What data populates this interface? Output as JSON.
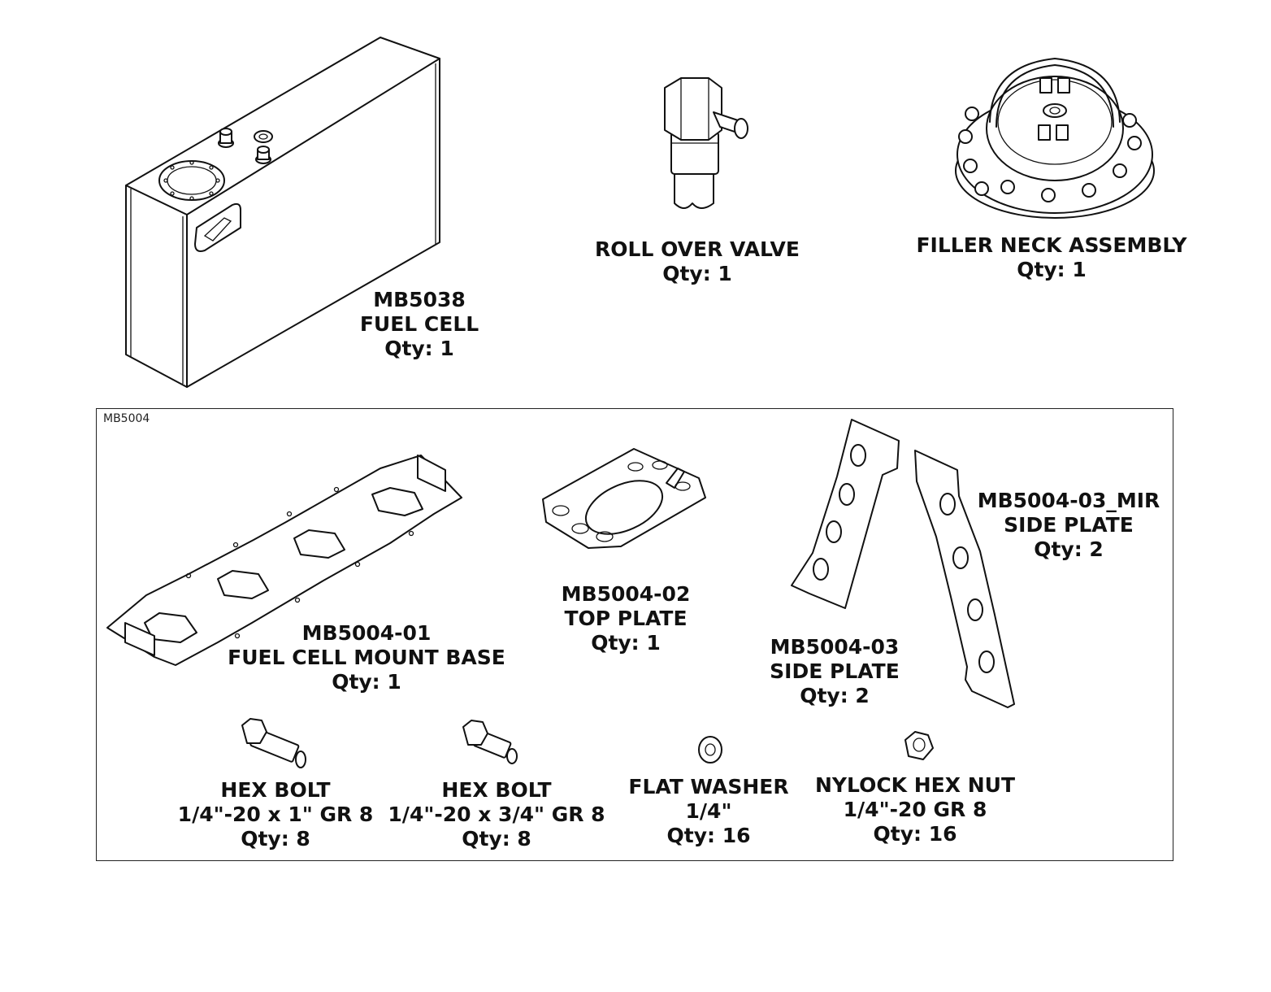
{
  "kit_box": {
    "tag": "MB5004"
  },
  "parts": [
    {
      "id": "fuel-cell",
      "lines": [
        "MB5038",
        "FUEL CELL",
        "Qty: 1"
      ]
    },
    {
      "id": "roll-over-valve",
      "lines": [
        "ROLL OVER VALVE",
        "Qty: 1"
      ]
    },
    {
      "id": "filler-neck",
      "lines": [
        "FILLER NECK ASSEMBLY",
        "Qty: 1"
      ]
    },
    {
      "id": "mount-base",
      "lines": [
        "MB5004-01",
        "FUEL CELL MOUNT BASE",
        "Qty: 1"
      ]
    },
    {
      "id": "top-plate",
      "lines": [
        "MB5004-02",
        "TOP PLATE",
        "Qty: 1"
      ]
    },
    {
      "id": "side-plate",
      "lines": [
        "MB5004-03",
        "SIDE PLATE",
        "Qty: 2"
      ]
    },
    {
      "id": "side-plate-mir",
      "lines": [
        "MB5004-03_MIR",
        "SIDE PLATE",
        "Qty: 2"
      ]
    },
    {
      "id": "hex-bolt-1",
      "lines": [
        "HEX BOLT",
        "1/4\"-20 x 1\" GR 8",
        "Qty: 8"
      ]
    },
    {
      "id": "hex-bolt-34",
      "lines": [
        "HEX BOLT",
        "1/4\"-20 x 3/4\" GR 8",
        "Qty: 8"
      ]
    },
    {
      "id": "flat-washer",
      "lines": [
        "FLAT WASHER",
        "1/4\"",
        "Qty: 16"
      ]
    },
    {
      "id": "nylock-nut",
      "lines": [
        "NYLOCK HEX NUT",
        "1/4\"-20 GR 8",
        "Qty: 16"
      ]
    }
  ]
}
